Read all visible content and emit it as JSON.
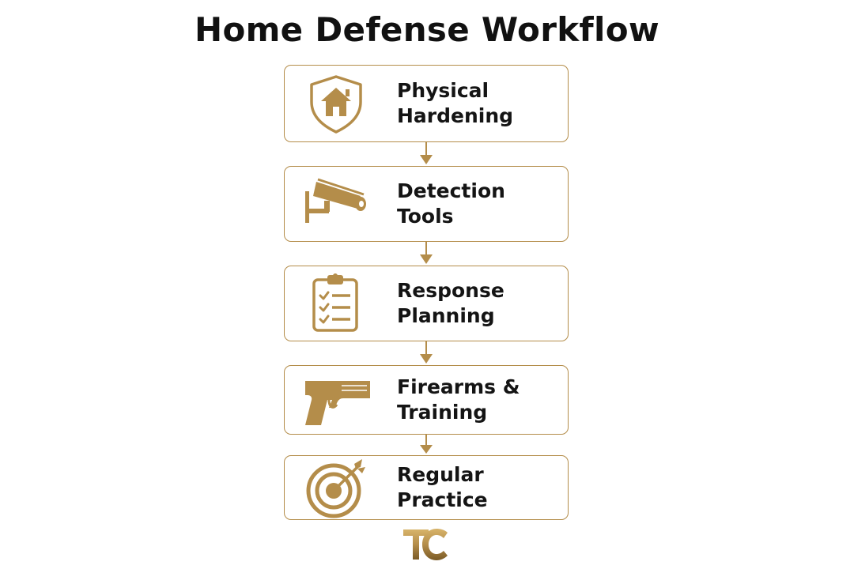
{
  "title": "Home Defense Workflow",
  "accent_color": "#b48d4a",
  "steps": [
    {
      "line1": "Physical",
      "line2": "Hardening",
      "icon": "shield-house-icon"
    },
    {
      "line1": "Detection",
      "line2": "Tools",
      "icon": "security-camera-icon"
    },
    {
      "line1": "Response",
      "line2": "Planning",
      "icon": "clipboard-checklist-icon"
    },
    {
      "line1": "Firearms &",
      "line2": "Training",
      "icon": "handgun-icon"
    },
    {
      "line1": "Regular",
      "line2": "Practice",
      "icon": "target-arrow-icon"
    }
  ],
  "logo": {
    "icon": "tc-logo-icon",
    "text": "TC"
  }
}
